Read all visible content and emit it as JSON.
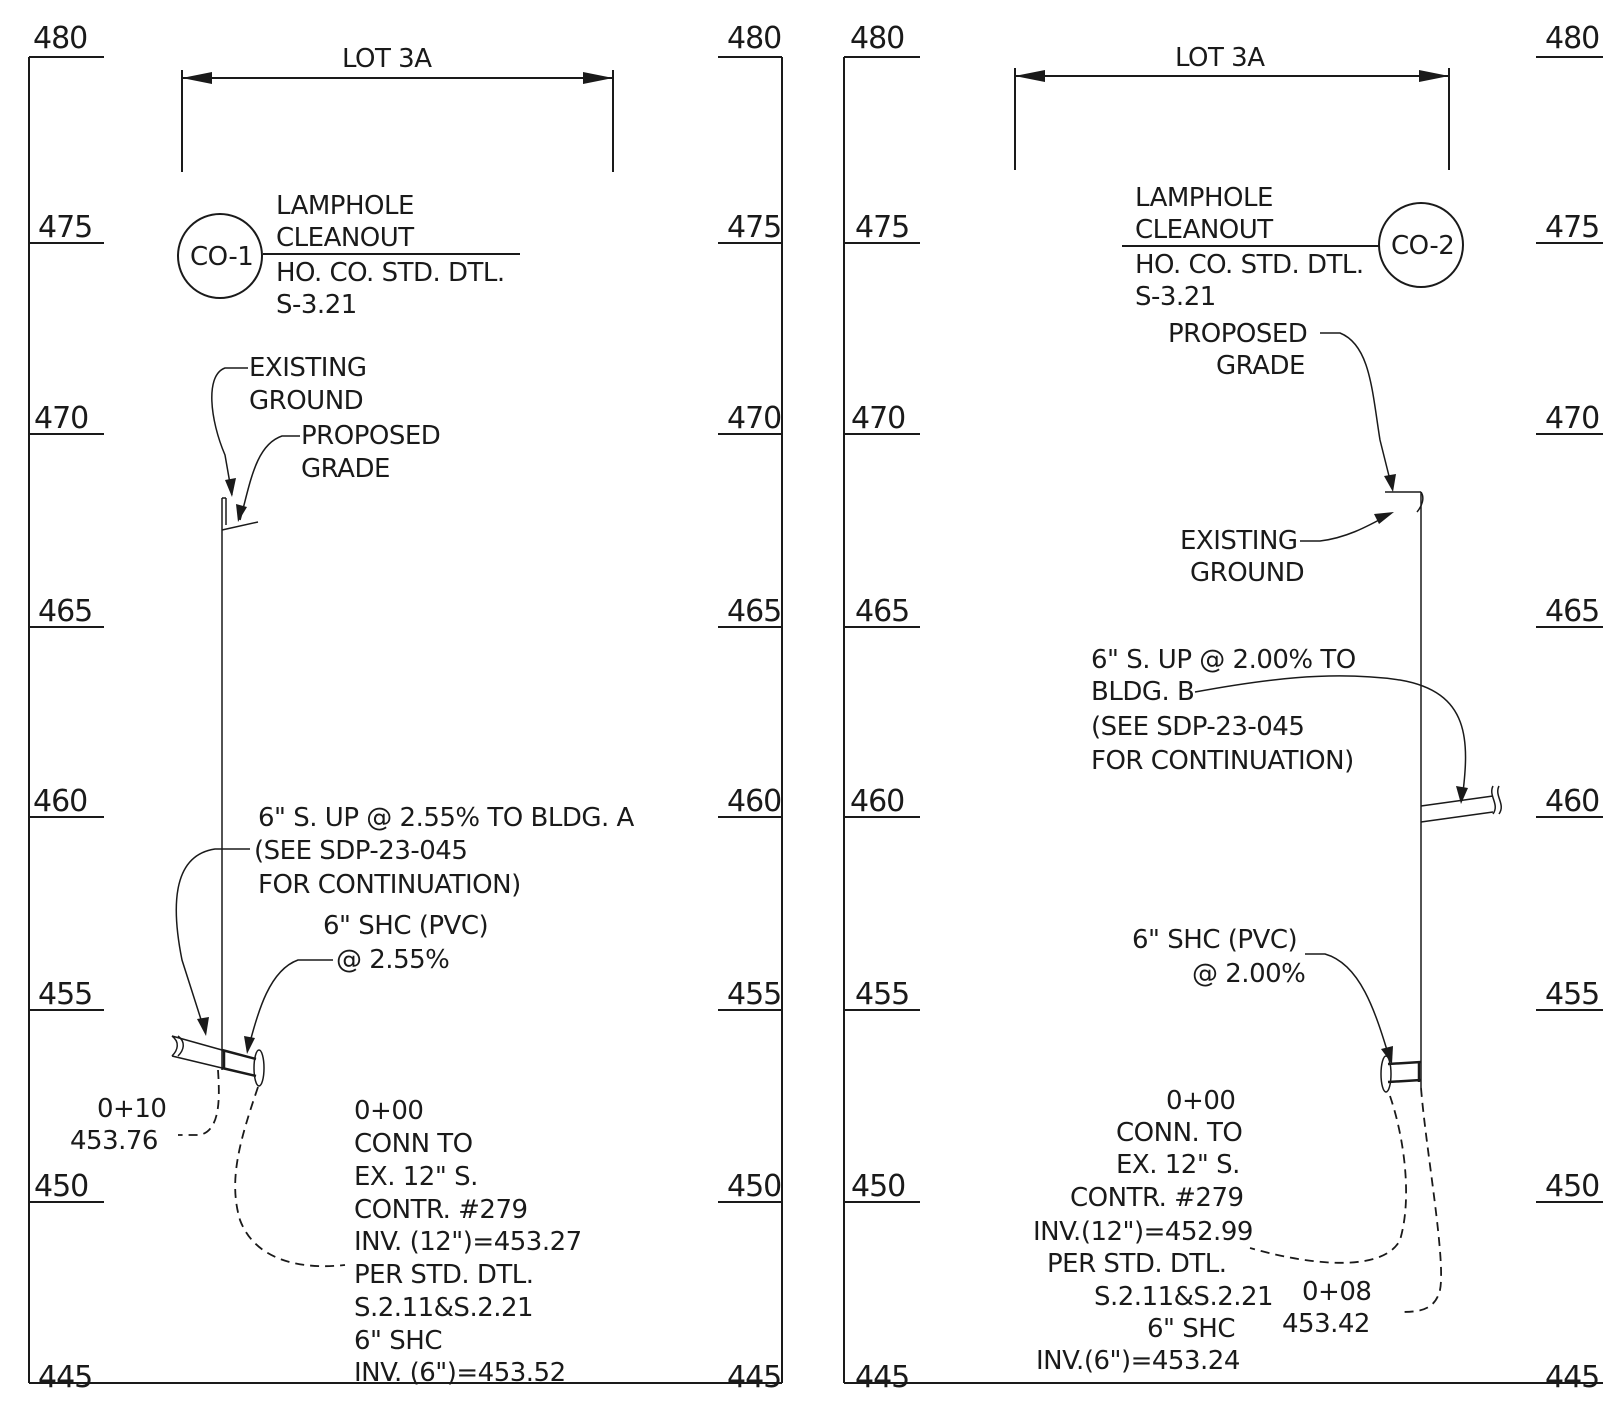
{
  "elevations": [
    "480",
    "475",
    "470",
    "465",
    "460",
    "455",
    "450",
    "445"
  ],
  "panel_a": {
    "lot_label": "LOT 3A",
    "cleanout_tag": "CO-1",
    "cleanout_lines": [
      "LAMPHOLE",
      "CLEANOUT",
      "HO. CO. STD. DTL.",
      "S-3.21"
    ],
    "existing_ground": [
      "EXISTING",
      "GROUND"
    ],
    "proposed_grade": [
      "PROPOSED",
      "GRADE"
    ],
    "pipe_up_note": [
      "6\" S. UP @ 2.55% TO BLDG. A",
      "(SEE SDP-23-045",
      "FOR CONTINUATION)"
    ],
    "shc_note": [
      "6\" SHC (PVC)",
      "@ 2.55%"
    ],
    "station_left": [
      "0+10",
      "453.76"
    ],
    "connection_note": [
      "0+00",
      "CONN TO",
      "EX. 12\" S.",
      "CONTR. #279",
      "INV. (12\")=453.27",
      "PER STD. DTL.",
      "S.2.11&S.2.21",
      "6\" SHC",
      "INV. (6\")=453.52"
    ]
  },
  "panel_b": {
    "lot_label": "LOT 3A",
    "cleanout_tag": "CO-2",
    "cleanout_lines": [
      "LAMPHOLE",
      "CLEANOUT",
      "HO. CO. STD. DTL.",
      "S-3.21"
    ],
    "proposed_grade": [
      "PROPOSED",
      "GRADE"
    ],
    "existing_ground": [
      "EXISTING",
      "GROUND"
    ],
    "pipe_up_note": [
      "6\" S. UP @ 2.00% TO",
      "BLDG. B",
      "(SEE SDP-23-045",
      "FOR CONTINUATION)"
    ],
    "shc_note": [
      "6\" SHC (PVC)",
      "@ 2.00%"
    ],
    "connection_note": [
      "0+00",
      "CONN. TO",
      "EX. 12\" S.",
      "CONTR. #279",
      "INV.(12\")=452.99",
      "PER STD. DTL.",
      "S.2.11&S.2.21",
      "6\" SHC",
      "INV.(6\")=453.24"
    ],
    "station_right": [
      "0+08",
      "453.42"
    ]
  }
}
